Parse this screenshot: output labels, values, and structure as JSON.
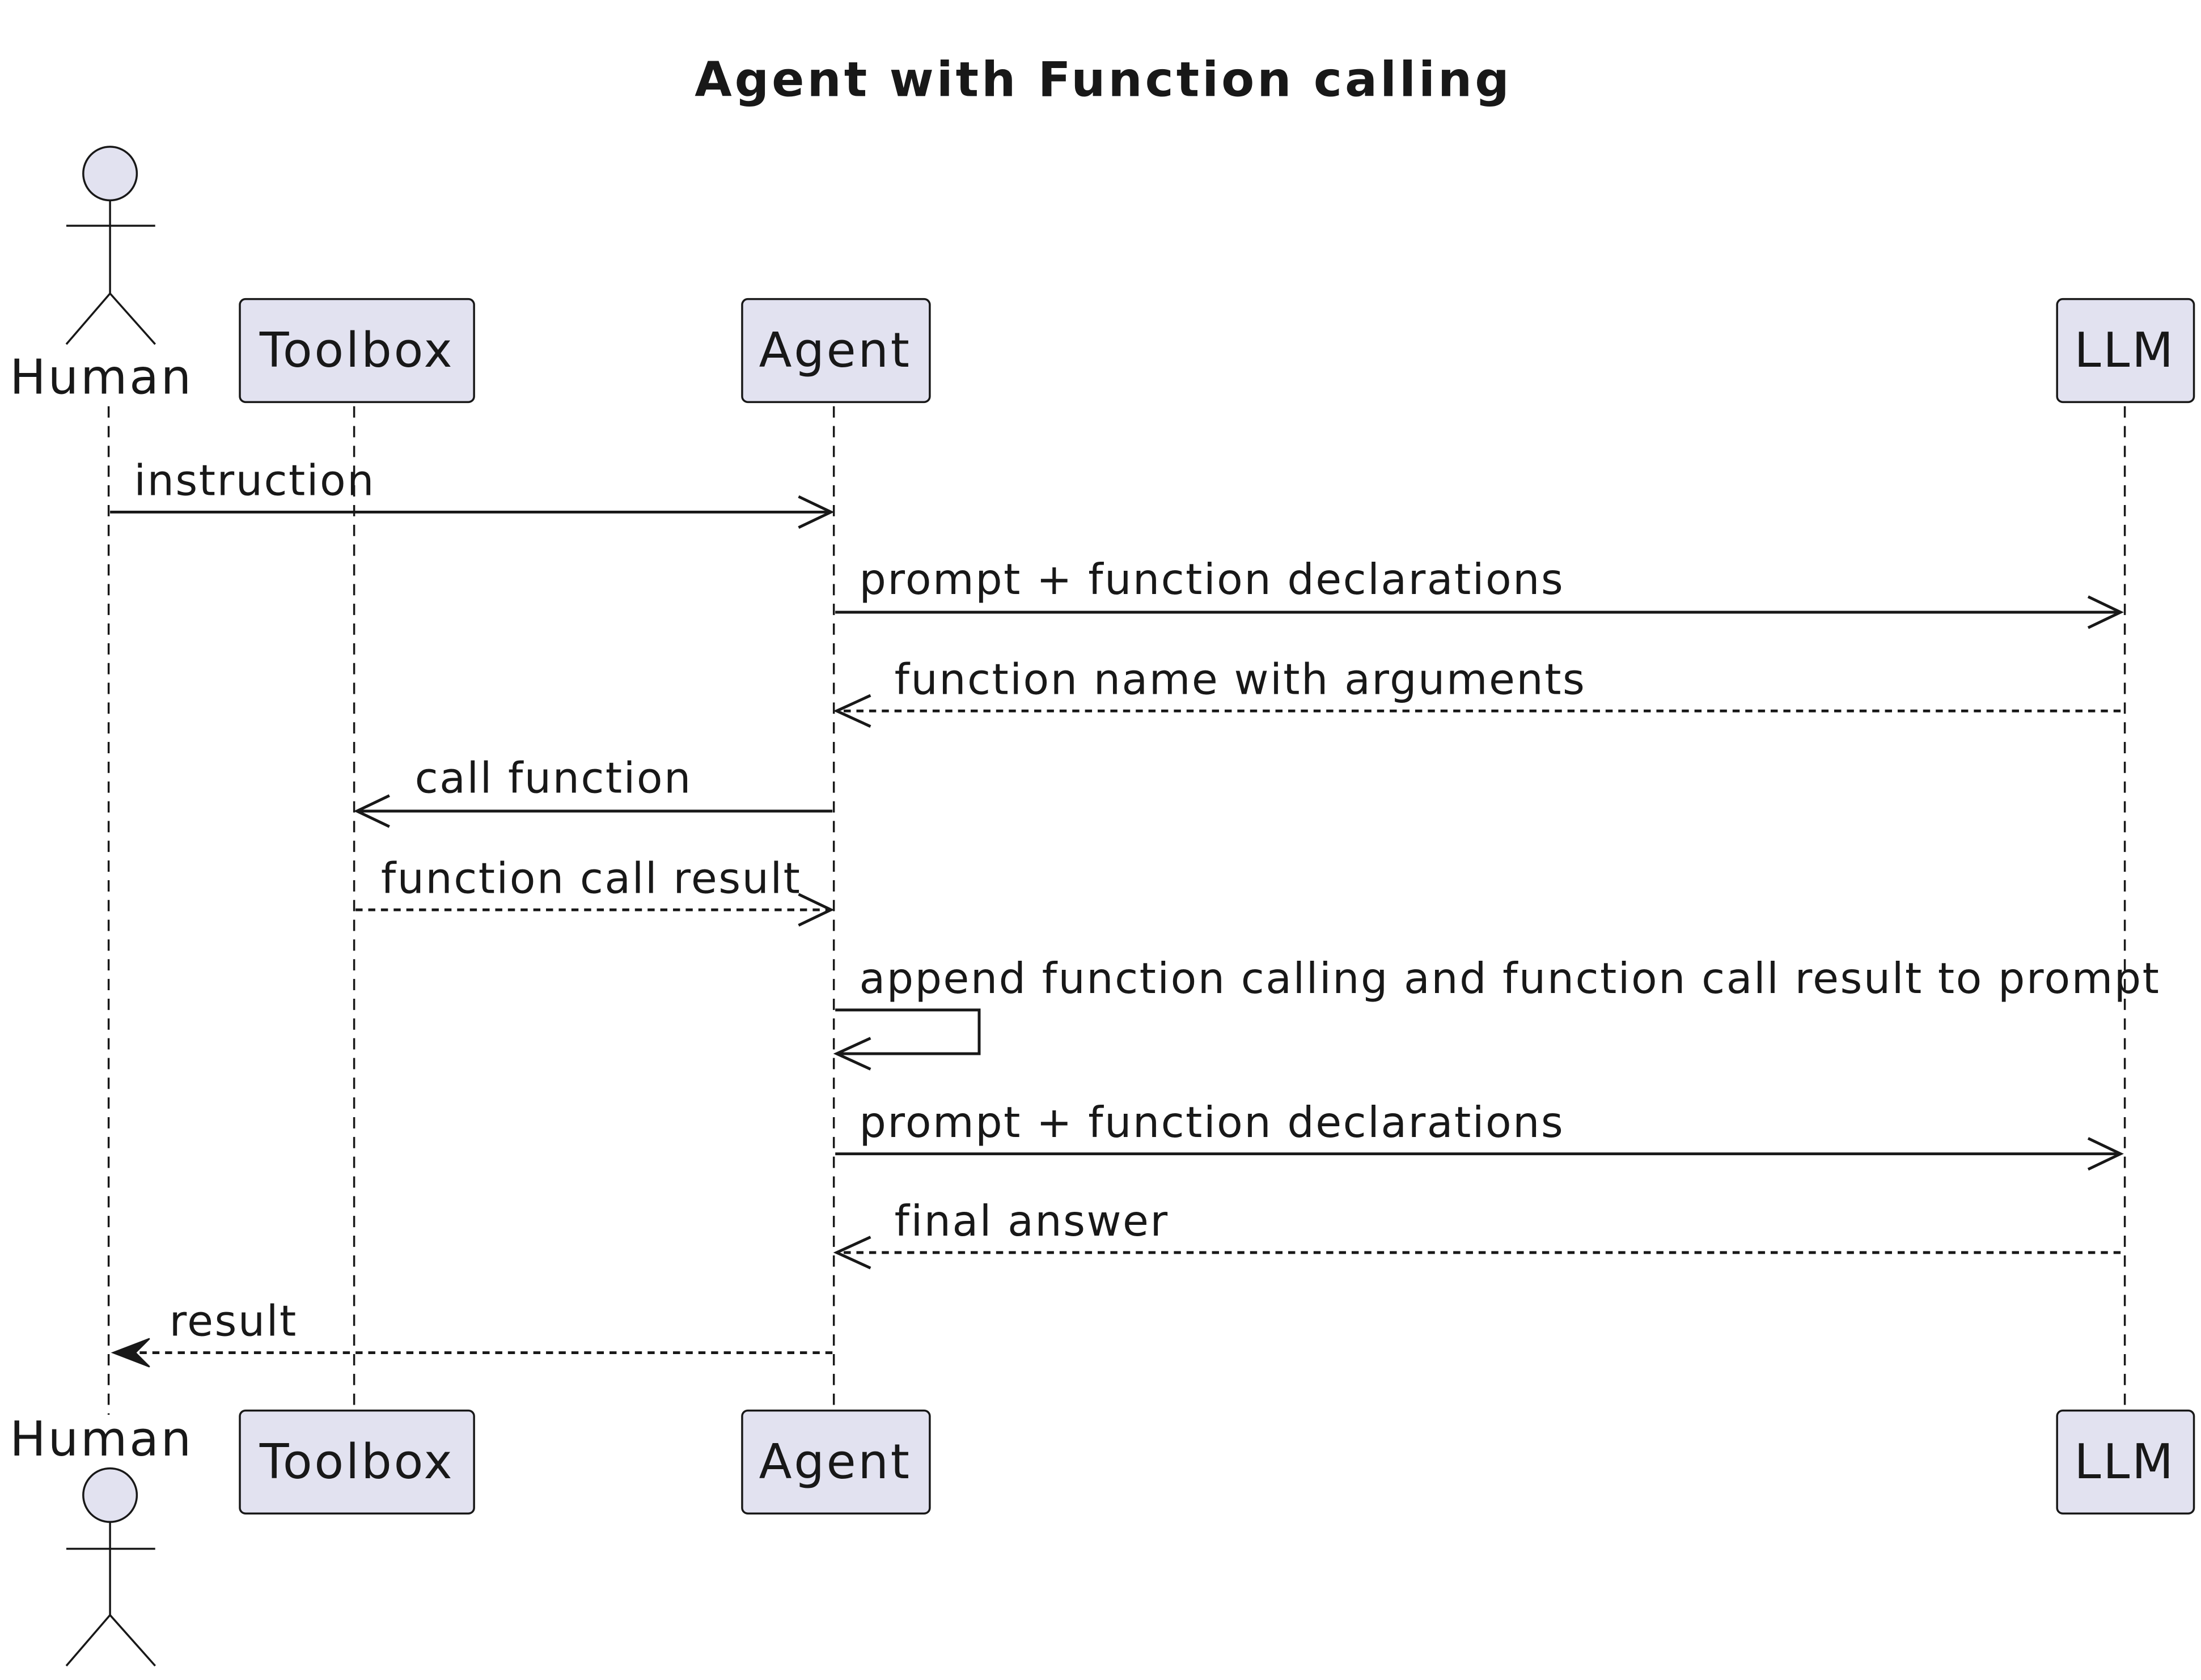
{
  "title": "Agent with Function calling",
  "colors": {
    "participant_fill": "#E2E2F0",
    "stroke": "#181818",
    "background": "#FFFFFF"
  },
  "participants": [
    {
      "id": "human",
      "label": "Human",
      "kind": "actor"
    },
    {
      "id": "toolbox",
      "label": "Toolbox",
      "kind": "participant"
    },
    {
      "id": "agent",
      "label": "Agent",
      "kind": "participant"
    },
    {
      "id": "llm",
      "label": "LLM",
      "kind": "participant"
    }
  ],
  "messages": [
    {
      "from": "human",
      "to": "agent",
      "label": "instruction",
      "style": "solid",
      "head": "open"
    },
    {
      "from": "agent",
      "to": "llm",
      "label": "prompt + function declarations",
      "style": "solid",
      "head": "open"
    },
    {
      "from": "llm",
      "to": "agent",
      "label": "function name with arguments",
      "style": "dashed",
      "head": "open"
    },
    {
      "from": "agent",
      "to": "toolbox",
      "label": "call function",
      "style": "solid",
      "head": "open"
    },
    {
      "from": "toolbox",
      "to": "agent",
      "label": "function call result",
      "style": "dashed",
      "head": "open"
    },
    {
      "from": "agent",
      "to": "agent",
      "label": "append function calling and function call result to prompt",
      "style": "solid",
      "head": "open"
    },
    {
      "from": "agent",
      "to": "llm",
      "label": "prompt + function declarations",
      "style": "solid",
      "head": "open"
    },
    {
      "from": "llm",
      "to": "agent",
      "label": "final answer",
      "style": "dashed",
      "head": "open"
    },
    {
      "from": "agent",
      "to": "human",
      "label": "result",
      "style": "dashed",
      "head": "filled"
    }
  ]
}
